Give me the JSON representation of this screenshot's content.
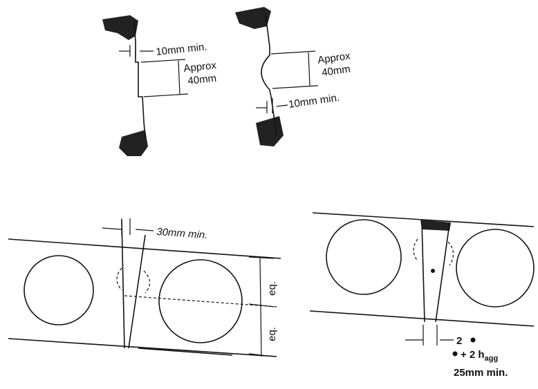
{
  "labels": {
    "top_left_min": "10mm min.",
    "top_left_approx_1": "Approx",
    "top_left_approx_2": "40mm",
    "top_right_approx_1": "Approx",
    "top_right_approx_2": "40mm",
    "top_right_min": "10mm min.",
    "bottom_left_min": "30mm min.",
    "eq_upper": "eq.",
    "eq_lower": "eq.",
    "bottom_right_line1": "2",
    "bottom_right_line2_prefix": "+ 2 h",
    "bottom_right_line2_sub": "agg",
    "bottom_right_line3": "25mm min."
  }
}
